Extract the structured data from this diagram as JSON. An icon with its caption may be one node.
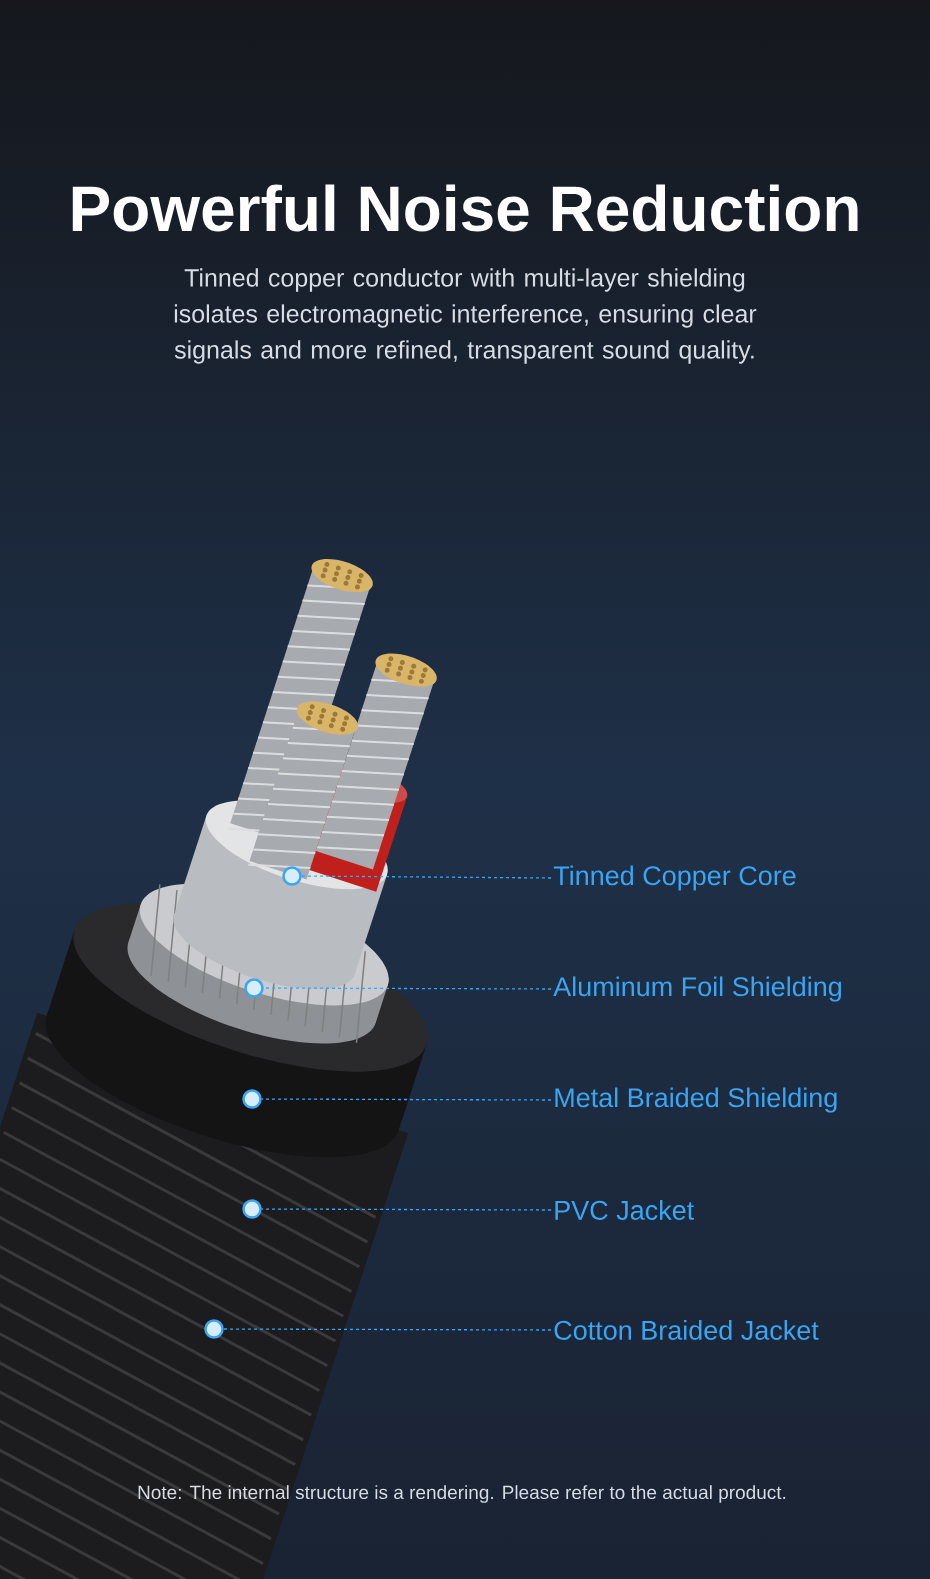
{
  "diagram": {
    "title": "Powerful Noise Reduction",
    "caption": "Note: The internal structure is a rendering. Please refer to the actual product.",
    "labels": [
      "Tinned copper conductor with multi-layer shielding isolates electromagnetic interference, ensuring clear signals and more refined, transparent sound quality."
    ],
    "nodes": [
      {
        "text": [],
        "shape": "circle"
      },
      {
        "text": [
          "Tinned Copper Core"
        ]
      },
      {
        "text": [],
        "shape": "circle"
      },
      {
        "text": [
          "Aluminum Foil Shielding"
        ]
      },
      {
        "text": [],
        "shape": "circle"
      },
      {
        "text": [
          "Metal Braided Shielding"
        ]
      },
      {
        "text": [],
        "shape": "circle"
      },
      {
        "text": [
          "PVC Jacket"
        ]
      },
      {
        "text": [],
        "shape": "circle"
      },
      {
        "text": [
          "Cotton Braided Jacket"
        ]
      }
    ],
    "edges": [
      {
        "from": 1,
        "to": 0,
        "arrow": "none",
        "style": "dashed"
      },
      {
        "from": 3,
        "to": 2,
        "arrow": "none",
        "style": "dashed"
      },
      {
        "from": 5,
        "to": 4,
        "arrow": "none",
        "style": "dashed"
      },
      {
        "from": 7,
        "to": 6,
        "arrow": "none",
        "style": "dashed"
      },
      {
        "from": 9,
        "to": 8,
        "arrow": "none",
        "style": "dashed"
      }
    ]
  }
}
